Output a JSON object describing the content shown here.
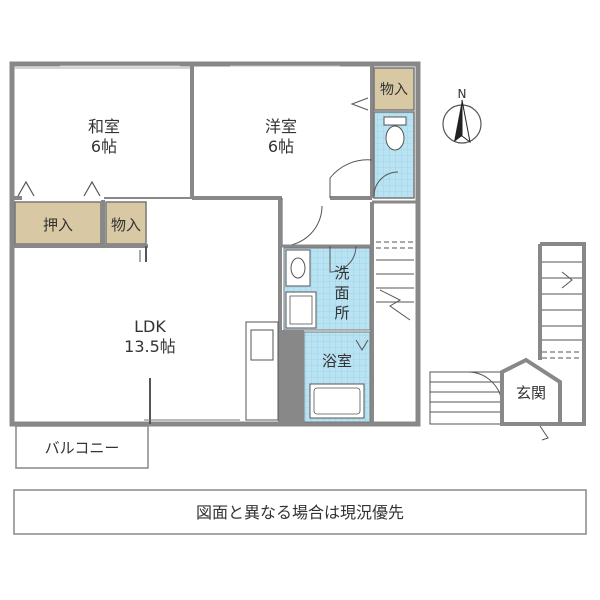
{
  "rooms": {
    "washitsu": {
      "name": "和室",
      "size": "6帖"
    },
    "youshitsu": {
      "name": "洋室",
      "size": "6帖"
    },
    "ldk": {
      "name": "LDK",
      "size": "13.5帖"
    },
    "bath": "浴室",
    "washroom": [
      "洗",
      "面",
      "所"
    ],
    "entrance": "玄関"
  },
  "storage": {
    "oshiire": "押入",
    "monoire_left": "物入",
    "monoire_top": "物入"
  },
  "balcony": "バルコニー",
  "compass": "N",
  "note": "図面と異なる場合は現況優先",
  "colors": {
    "wall": "#888888",
    "wall_stroke": "#555555",
    "tile": "#b9e3f2",
    "tile_line": "#8fc9de",
    "storage": "#d8c9a4",
    "line": "#555555",
    "text": "#333333"
  }
}
